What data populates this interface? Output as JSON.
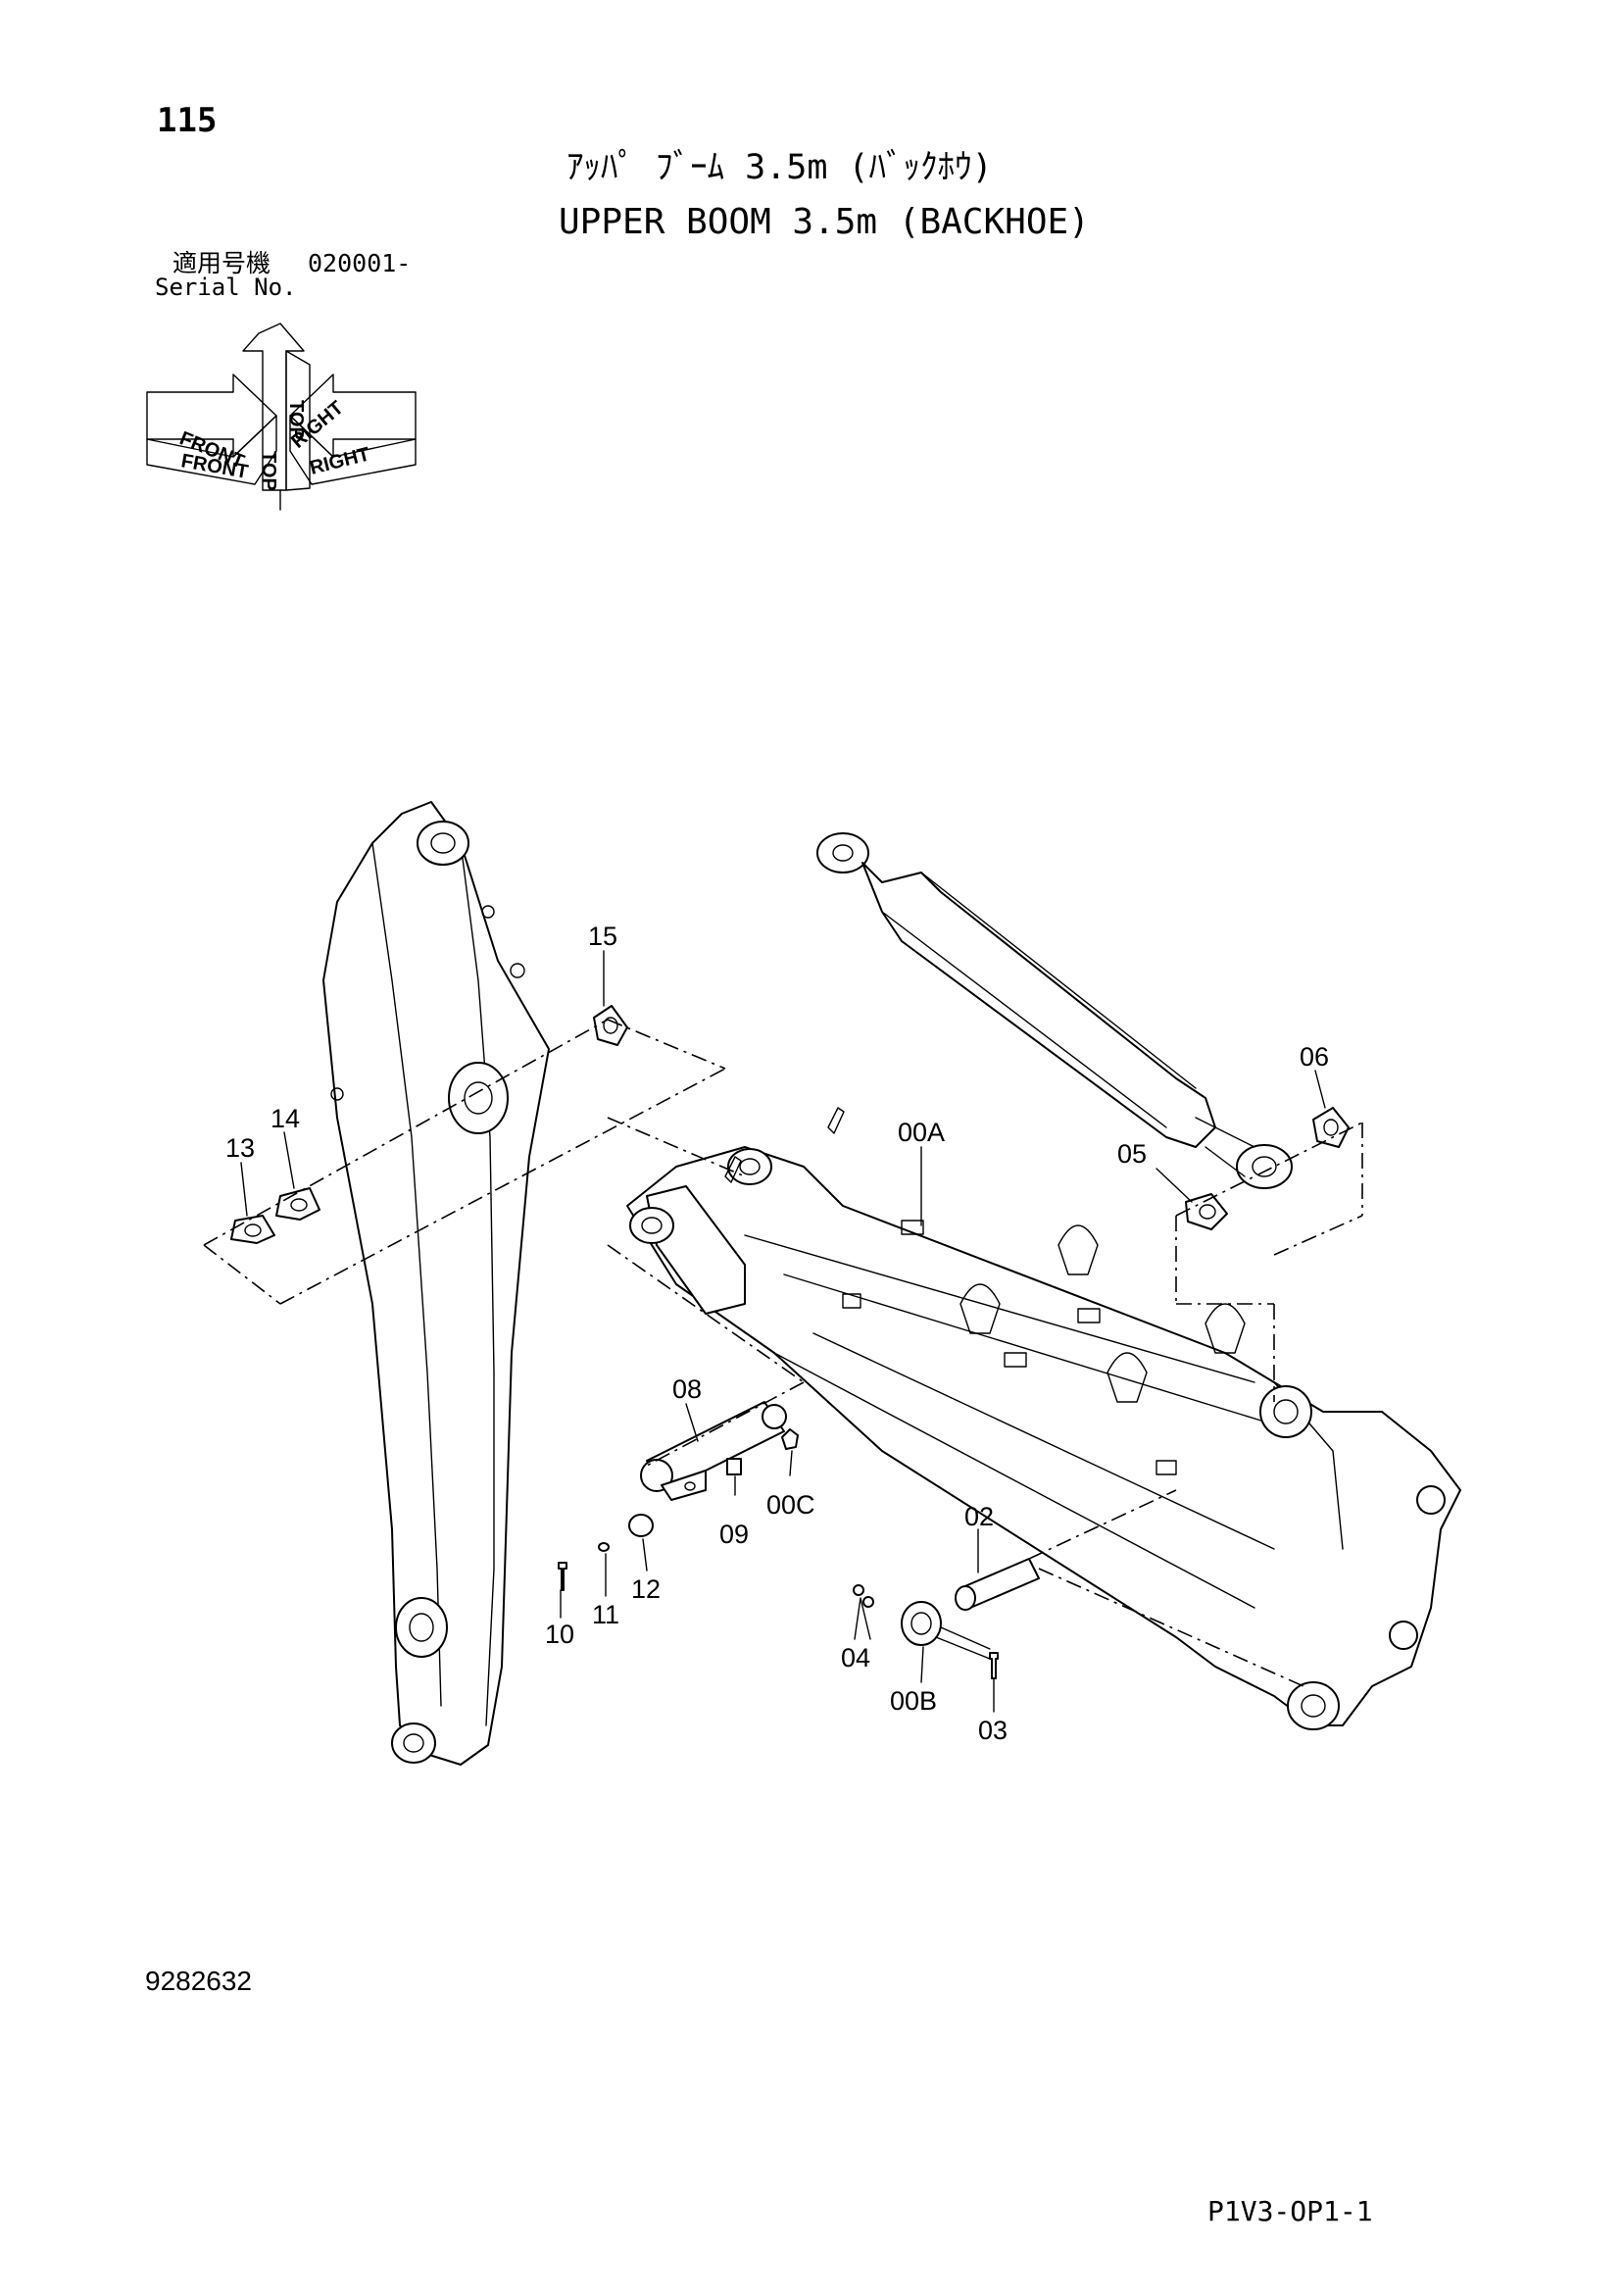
{
  "header": {
    "page_number": "115",
    "title_jp": "ｱｯﾊﾟ ﾌﾞｰﾑ 3.5m (ﾊﾞｯｸﾎｳ)",
    "title_en": "UPPER BOOM 3.5m (BACKHOE)",
    "serial_label_jp": "適用号機",
    "serial_value": "020001-",
    "serial_label_en": "Serial No."
  },
  "orientation": {
    "top": "TOP",
    "front": "FRONT",
    "right": "RIGHT"
  },
  "callouts": {
    "c15": "15",
    "c14": "14",
    "c13": "13",
    "c00A": "00A",
    "c06": "06",
    "c05": "05",
    "c08": "08",
    "c09": "09",
    "c00C": "00C",
    "c02": "02",
    "c12": "12",
    "c11": "11",
    "c10": "10",
    "c04": "04",
    "c00B": "00B",
    "c03": "03"
  },
  "footer": {
    "doc_number": "9282632",
    "page_code": "P1V3-OP1-1"
  }
}
